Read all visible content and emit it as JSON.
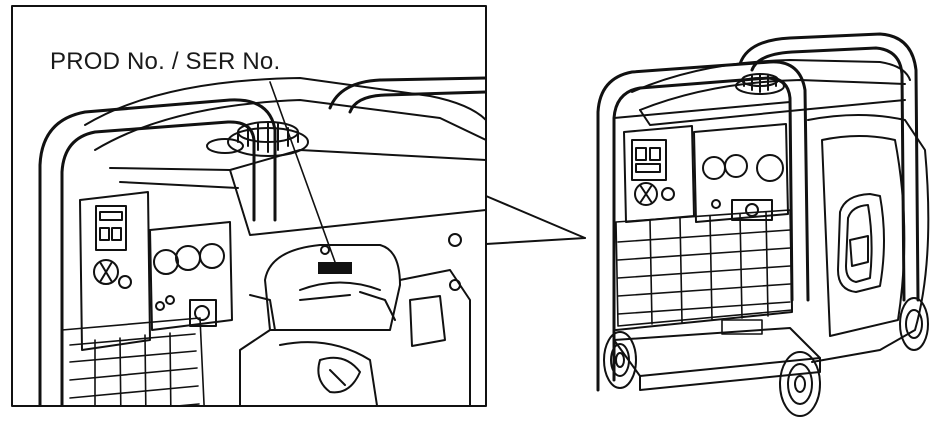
{
  "callout": {
    "label": "PROD No. / SER No."
  },
  "figure": {
    "inset_subject": "generator-closeup",
    "main_subject": "portable-inverter-generator"
  }
}
